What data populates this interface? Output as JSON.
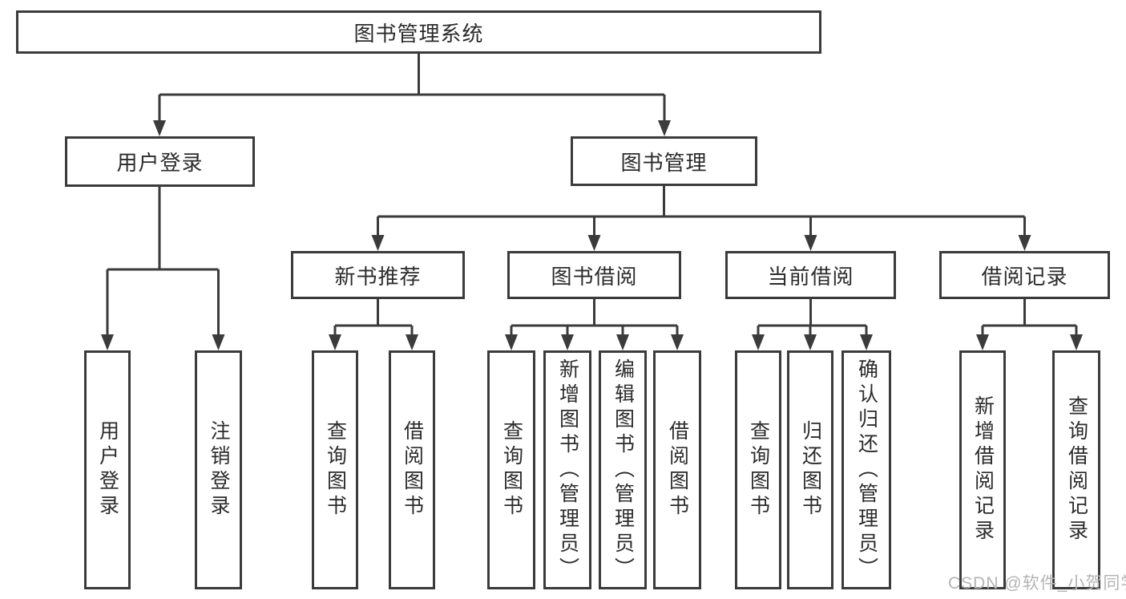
{
  "diagram": {
    "root": {
      "label": "图书管理系统"
    },
    "branches": [
      {
        "label": "用户登录",
        "children": [
          {
            "label": "用户登录"
          },
          {
            "label": "注销登录"
          }
        ]
      },
      {
        "label": "图书管理",
        "children": [
          {
            "label": "新书推荐",
            "children": [
              {
                "label": "查询图书"
              },
              {
                "label": "借阅图书"
              }
            ]
          },
          {
            "label": "图书借阅",
            "children": [
              {
                "label": "查询图书"
              },
              {
                "label": "新增图书（管理员）"
              },
              {
                "label": "编辑图书（管理员）"
              },
              {
                "label": "借阅图书"
              }
            ]
          },
          {
            "label": "当前借阅",
            "children": [
              {
                "label": "查询图书"
              },
              {
                "label": "归还图书"
              },
              {
                "label": "确认归还（管理员）"
              }
            ]
          },
          {
            "label": "借阅记录",
            "children": [
              {
                "label": "新增借阅记录"
              },
              {
                "label": "查询借阅记录"
              }
            ]
          }
        ]
      }
    ]
  },
  "watermark": {
    "text": "CSDN @软件_小贺同学"
  },
  "colors": {
    "line": "#3b3b3b",
    "text": "#2b2b2b",
    "watermark": "#b4b4b4",
    "background": "#ffffff"
  }
}
